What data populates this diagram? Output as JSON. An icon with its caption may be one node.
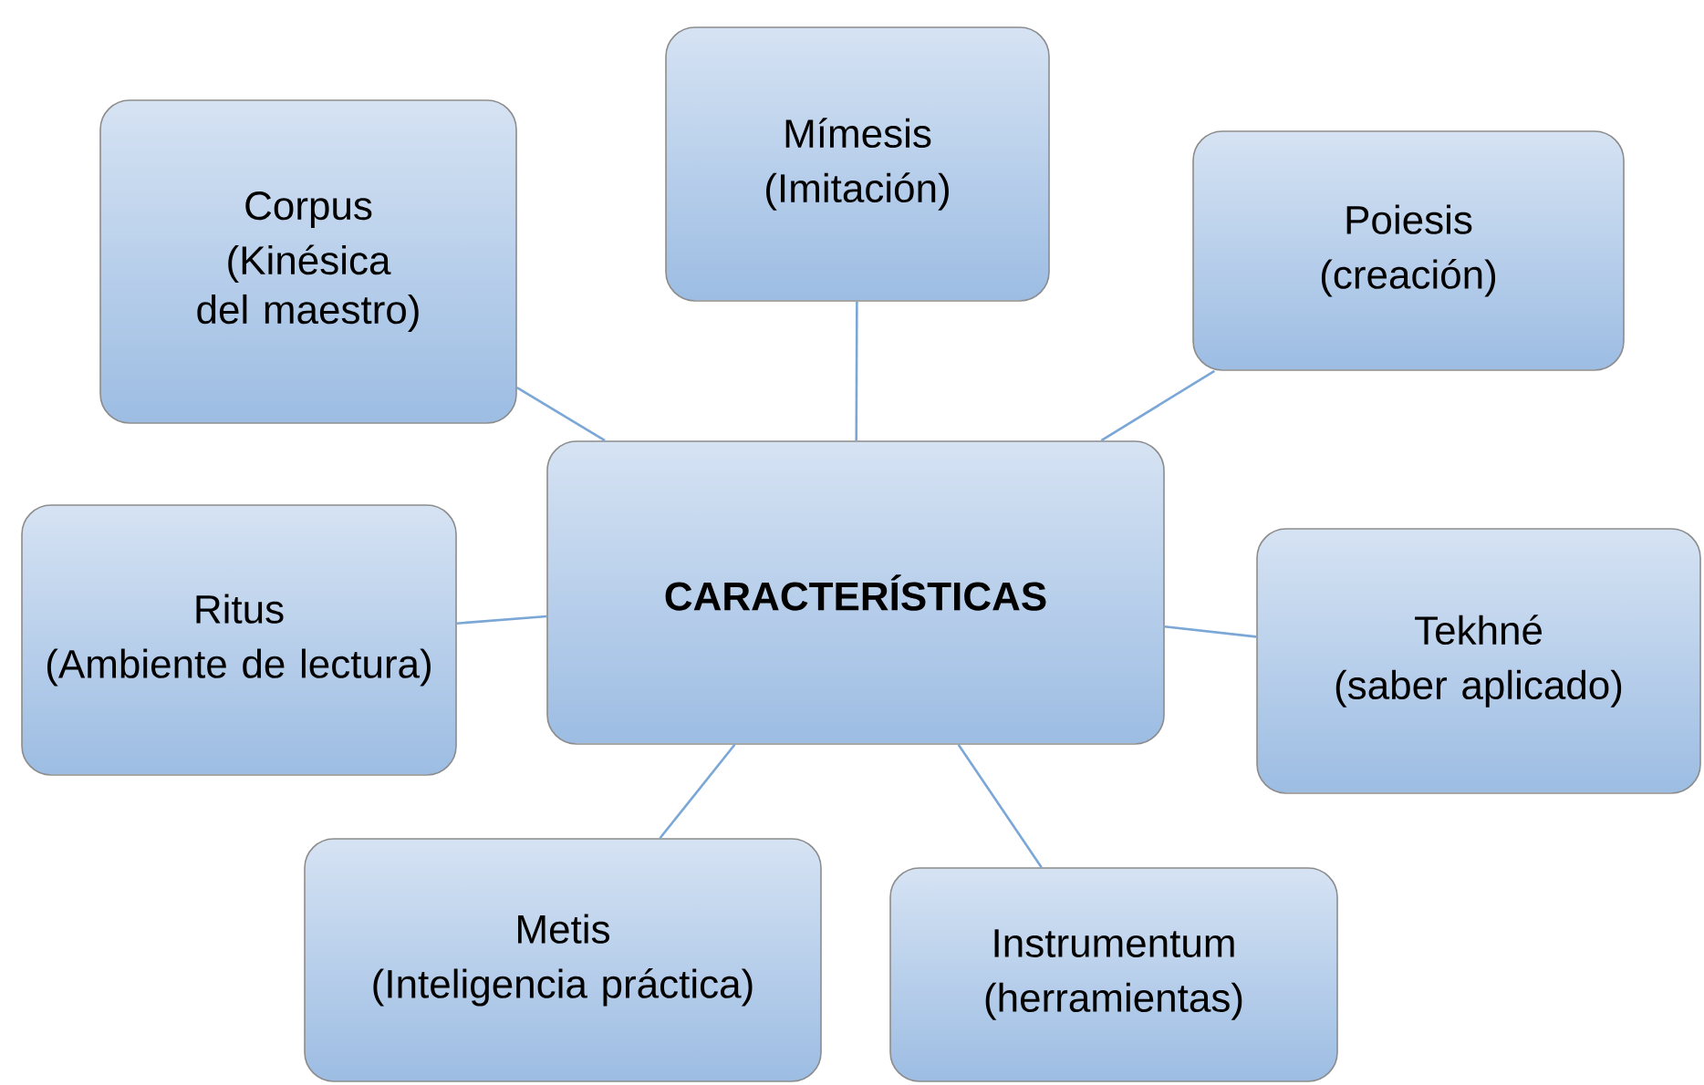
{
  "diagram": {
    "nodes": [
      {
        "text": [
          "CARACTERÍSTICAS"
        ]
      },
      {
        "text": [
          "Corpus",
          "(Kinésica del maestro)"
        ]
      },
      {
        "text": [
          "Mímesis",
          "(Imitación)"
        ]
      },
      {
        "text": [
          "Poiesis",
          "(creación)"
        ]
      },
      {
        "text": [
          "Ritus",
          "(Ambiente de lectura)"
        ]
      },
      {
        "text": [
          "Tekhné",
          "(saber aplicado)"
        ]
      },
      {
        "text": [
          "Metis",
          "(Inteligencia práctica)"
        ]
      },
      {
        "text": [
          "Instrumentum",
          "(herramientas)"
        ]
      }
    ],
    "edges": [
      {
        "from": 0,
        "to": 1,
        "arrow": "none"
      },
      {
        "from": 0,
        "to": 2,
        "arrow": "none"
      },
      {
        "from": 0,
        "to": 3,
        "arrow": "none"
      },
      {
        "from": 0,
        "to": 4,
        "arrow": "none"
      },
      {
        "from": 0,
        "to": 5,
        "arrow": "none"
      },
      {
        "from": 0,
        "to": 6,
        "arrow": "none"
      },
      {
        "from": 0,
        "to": 7,
        "arrow": "none"
      }
    ]
  }
}
